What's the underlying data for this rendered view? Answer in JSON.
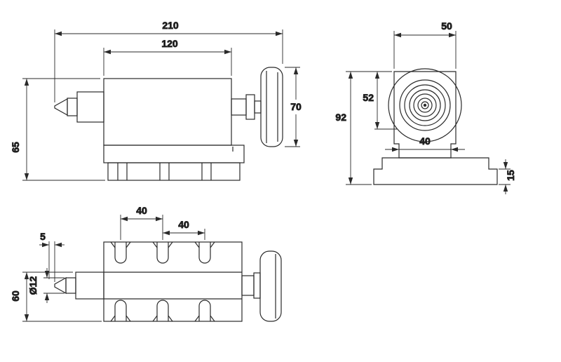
{
  "side_view": {
    "overall_length": "210",
    "body_length": "120",
    "handwheel_diameter": "70",
    "center_height": "65"
  },
  "front_view": {
    "top_width": "50",
    "spindle_drop": "52",
    "overall_height": "92",
    "column_width": "40",
    "base_height": "15"
  },
  "top_view": {
    "slot_pitch_front": "40",
    "slot_pitch_rear": "40",
    "tip_offset": "5",
    "body_width": "60",
    "quill_diameter": "Ø12"
  },
  "colors": {
    "line": "#2a2a2a",
    "text": "#161616",
    "background": "#ffffff"
  }
}
